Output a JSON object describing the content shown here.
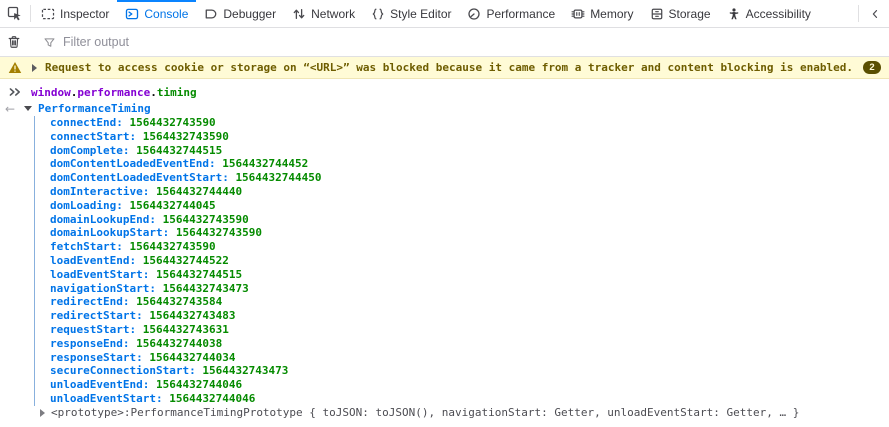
{
  "toolbar": {
    "tabs": [
      {
        "label": "Inspector",
        "active": false
      },
      {
        "label": "Console",
        "active": true
      },
      {
        "label": "Debugger",
        "active": false
      },
      {
        "label": "Network",
        "active": false
      },
      {
        "label": "Style Editor",
        "active": false
      },
      {
        "label": "Performance",
        "active": false
      },
      {
        "label": "Memory",
        "active": false
      },
      {
        "label": "Storage",
        "active": false
      },
      {
        "label": "Accessibility",
        "active": false
      }
    ]
  },
  "filter_bar": {
    "placeholder": "Filter output"
  },
  "warning": {
    "message": "Request to access cookie or storage on “<URL>” was blocked because it came from a tracker and content blocking is enabled.",
    "count": "2"
  },
  "console": {
    "input": {
      "parts": [
        {
          "text": "window"
        },
        {
          "text": "."
        },
        {
          "text": "performance"
        },
        {
          "text": "."
        },
        {
          "text": "timing"
        }
      ]
    },
    "result": {
      "class_name": "PerformanceTiming",
      "properties": [
        {
          "name": "connectEnd",
          "value": "1564432743590"
        },
        {
          "name": "connectStart",
          "value": "1564432743590"
        },
        {
          "name": "domComplete",
          "value": "1564432744515"
        },
        {
          "name": "domContentLoadedEventEnd",
          "value": "1564432744452"
        },
        {
          "name": "domContentLoadedEventStart",
          "value": "1564432744450"
        },
        {
          "name": "domInteractive",
          "value": "1564432744440"
        },
        {
          "name": "domLoading",
          "value": "1564432744045"
        },
        {
          "name": "domainLookupEnd",
          "value": "1564432743590"
        },
        {
          "name": "domainLookupStart",
          "value": "1564432743590"
        },
        {
          "name": "fetchStart",
          "value": "1564432743590"
        },
        {
          "name": "loadEventEnd",
          "value": "1564432744522"
        },
        {
          "name": "loadEventStart",
          "value": "1564432744515"
        },
        {
          "name": "navigationStart",
          "value": "1564432743473"
        },
        {
          "name": "redirectEnd",
          "value": "1564432743584"
        },
        {
          "name": "redirectStart",
          "value": "1564432743483"
        },
        {
          "name": "requestStart",
          "value": "1564432743631"
        },
        {
          "name": "responseEnd",
          "value": "1564432744038"
        },
        {
          "name": "responseStart",
          "value": "1564432744034"
        },
        {
          "name": "secureConnectionStart",
          "value": "1564432743473"
        },
        {
          "name": "unloadEventEnd",
          "value": "1564432744046"
        },
        {
          "name": "unloadEventStart",
          "value": "1564432744046"
        }
      ],
      "prototype": {
        "label": "<prototype>: ",
        "value": "PerformanceTimingPrototype { toJSON: toJSON(), navigationStart: Getter, unloadEventStart: Getter, … }"
      }
    }
  },
  "colors": {
    "accent_blue": "#0074e8",
    "active_tab_bar": "#0a84ff",
    "number_green": "#058b00",
    "variable_purple": "#8400d3",
    "warning_bg": "#fffbd6",
    "warning_text": "#6e5d00",
    "tree_line_blue": "#88b0dd"
  }
}
